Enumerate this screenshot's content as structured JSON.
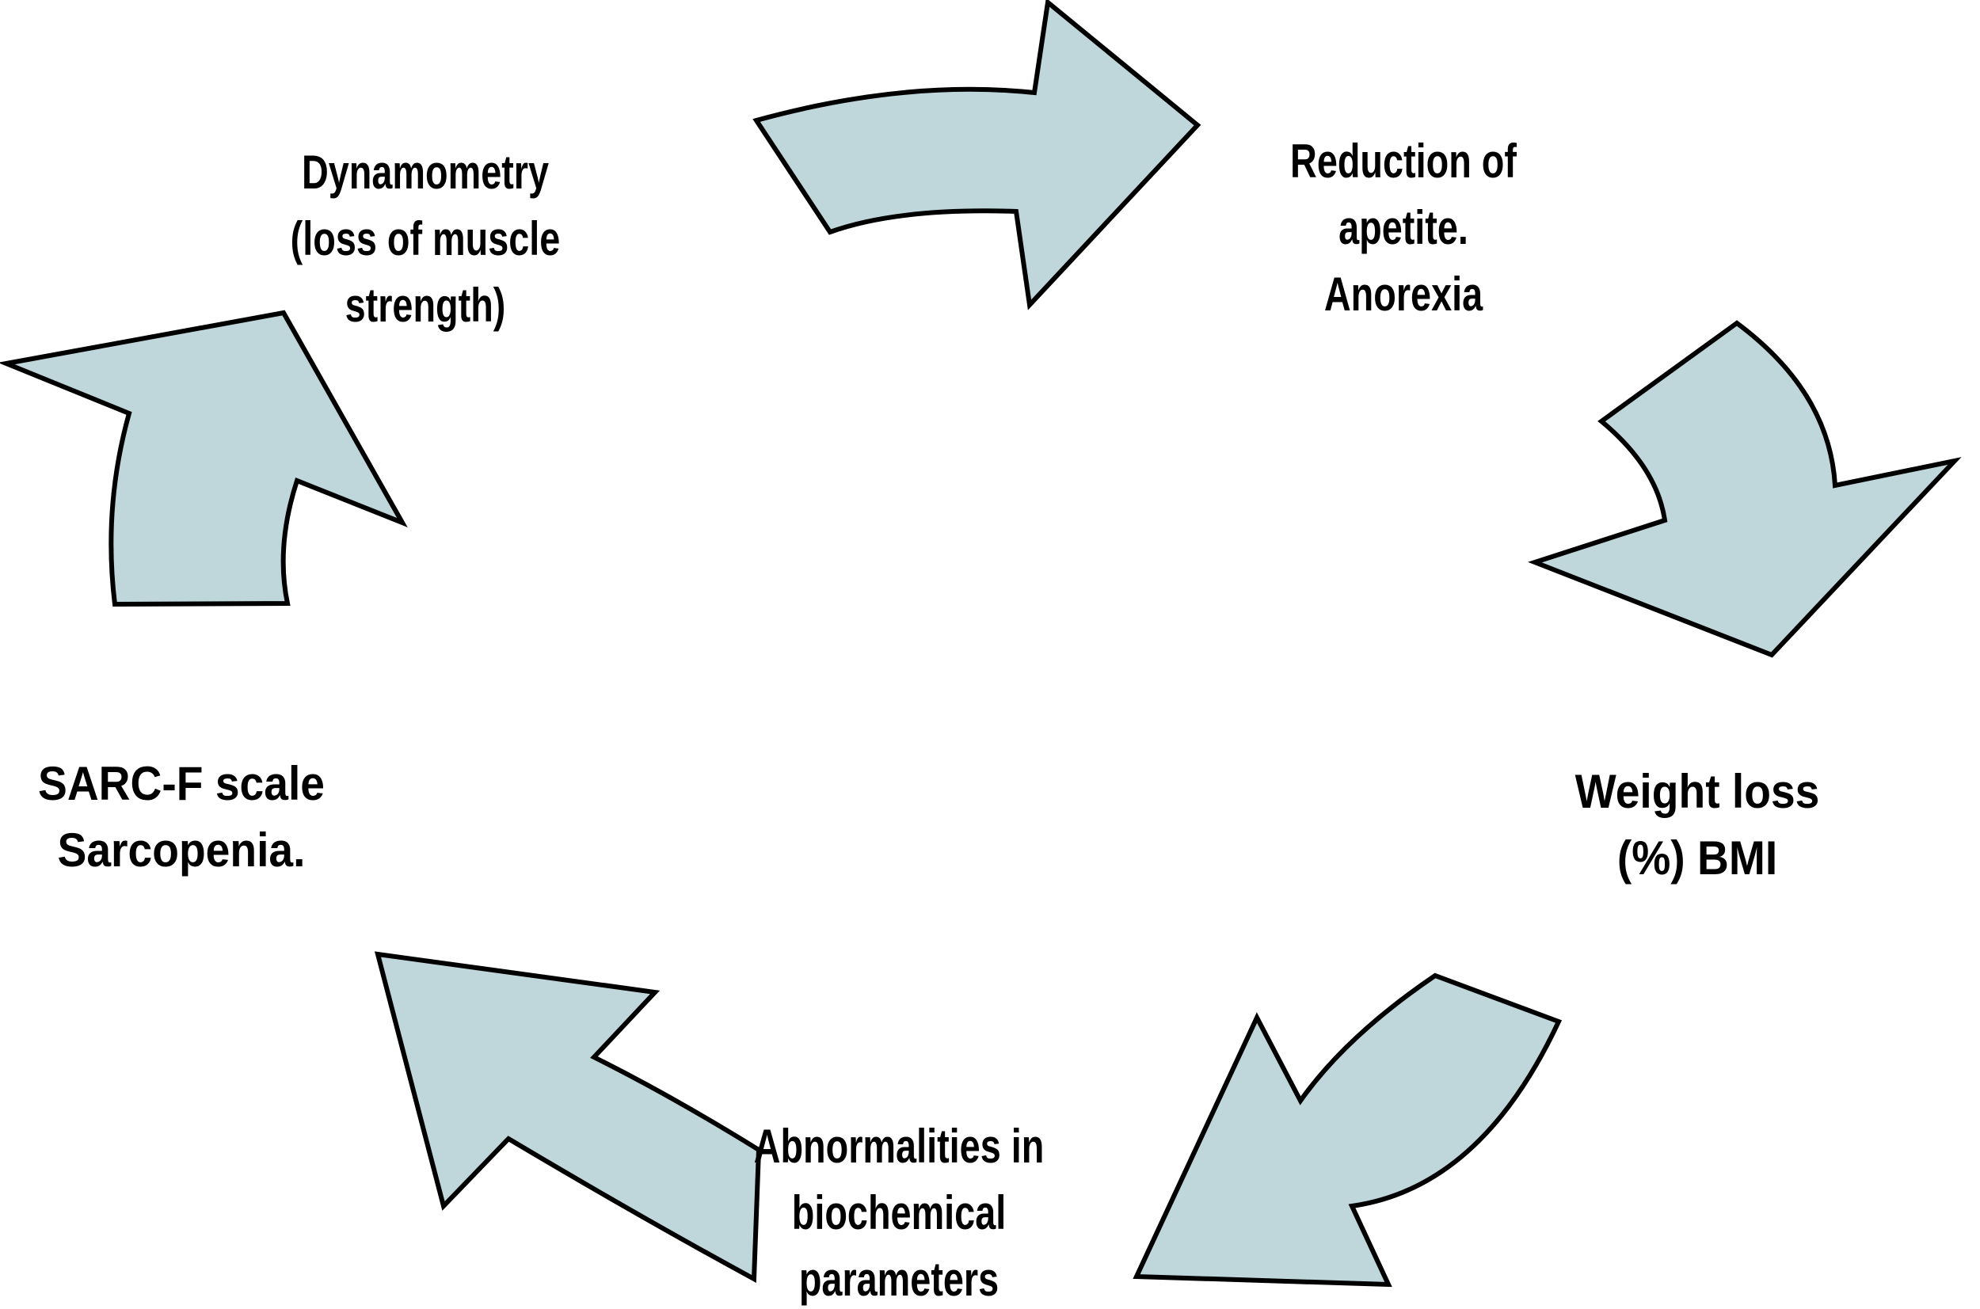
{
  "theme": {
    "background": "#ffffff",
    "arrow_fill": "#bfd6da",
    "arrow_stroke": "#000000",
    "text_color": "#000000"
  },
  "nodes": [
    {
      "id": "dynamometry",
      "lines": [
        "Dynamometry",
        "(loss of muscle",
        "strength)"
      ]
    },
    {
      "id": "reduction-apetite",
      "lines": [
        "Reduction of",
        "apetite.",
        "Anorexia"
      ]
    },
    {
      "id": "weight-loss",
      "lines": [
        "Weight loss",
        "(%) BMI"
      ]
    },
    {
      "id": "abnormalities",
      "lines": [
        "Abnormalities in",
        "biochemical",
        "parameters"
      ]
    },
    {
      "id": "sarcf-sarcopenia",
      "lines": [
        "SARC-F scale",
        "Sarcopenia."
      ]
    }
  ],
  "arrows": [
    {
      "position": "top",
      "points_toward": "right"
    },
    {
      "position": "right",
      "points_toward": "down"
    },
    {
      "position": "bottom-right",
      "points_toward": "down-left"
    },
    {
      "position": "bottom-left",
      "points_toward": "up-left"
    },
    {
      "position": "left",
      "points_toward": "up-left"
    }
  ]
}
